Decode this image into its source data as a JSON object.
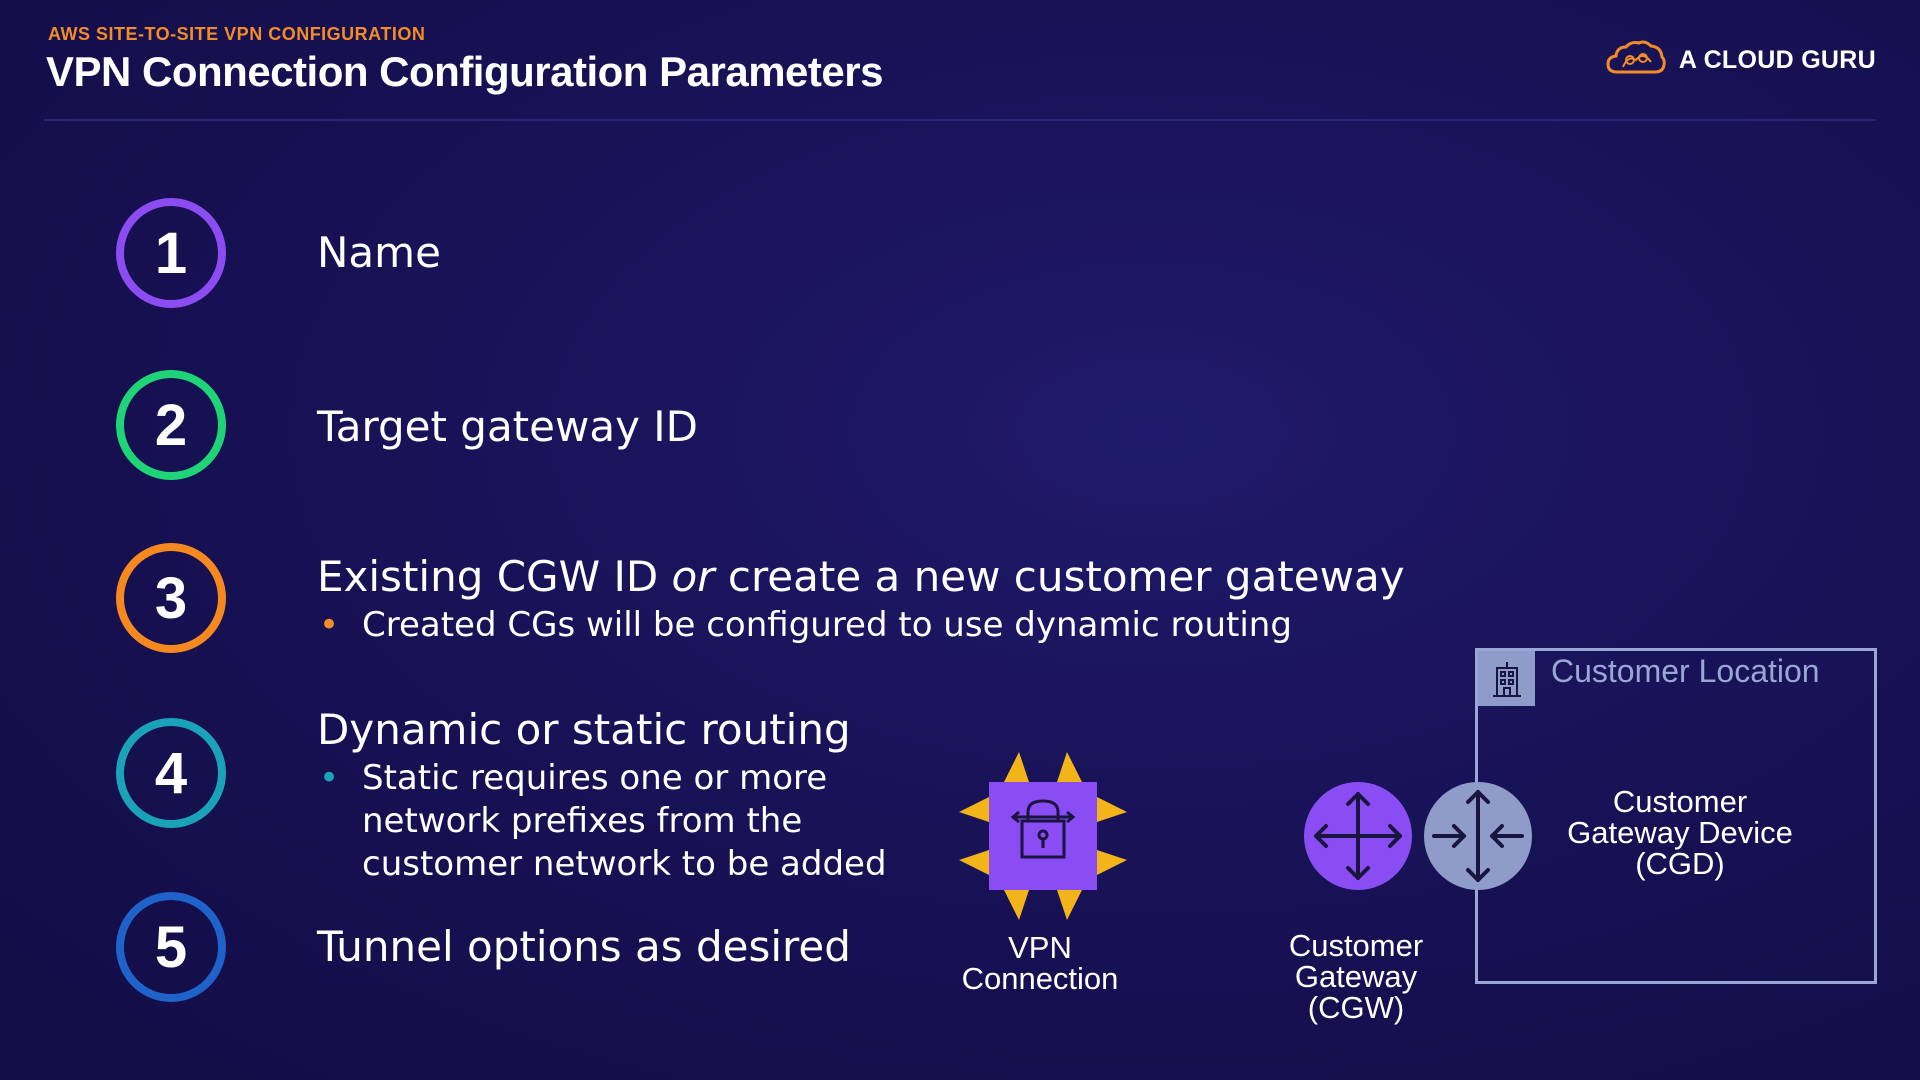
{
  "header": {
    "eyebrow": "AWS SITE-TO-SITE VPN CONFIGURATION",
    "title": "VPN Connection Configuration Parameters",
    "brand": "A CLOUD GURU"
  },
  "colors": {
    "accent_orange": "#f28c28",
    "step1_purple": "#8b4df2",
    "step2_green": "#1ed477",
    "step3_orange": "#f5891f",
    "step4_teal": "#1aa3b8",
    "step5_blue": "#1f62c9",
    "vpn_purple": "#8a4cf3",
    "vpn_star": "#f2b419",
    "cgw_purple": "#8a4cf3",
    "cgd_gray": "#8f9bc8"
  },
  "steps": [
    {
      "number": "1",
      "text": "Name"
    },
    {
      "number": "2",
      "text": "Target gateway ID"
    },
    {
      "number": "3",
      "text_before": "Existing CGW ID ",
      "text_em": "or",
      "text_after": " create a new customer gateway",
      "bullet": "Created CGs will be configured to use dynamic routing"
    },
    {
      "number": "4",
      "text": "Dynamic or static routing",
      "bullet_lines": [
        "Static requires one or more",
        "network prefixes from the",
        "customer network to be added"
      ]
    },
    {
      "number": "5",
      "text": "Tunnel options as desired"
    }
  ],
  "bullet_glyph": "•",
  "diagram": {
    "vpn": {
      "line1": "VPN",
      "line2": "Connection",
      "icon": "lock-icon"
    },
    "cgw": {
      "line1": "Customer",
      "line2": "Gateway",
      "line3": "(CGW)",
      "icon": "router-arrows-out-icon"
    },
    "cgd": {
      "line1": "Customer",
      "line2": "Gateway Device",
      "line3": "(CGD)",
      "icon": "router-arrows-in-icon"
    },
    "location": {
      "title": "Customer Location",
      "icon": "building-icon"
    }
  }
}
